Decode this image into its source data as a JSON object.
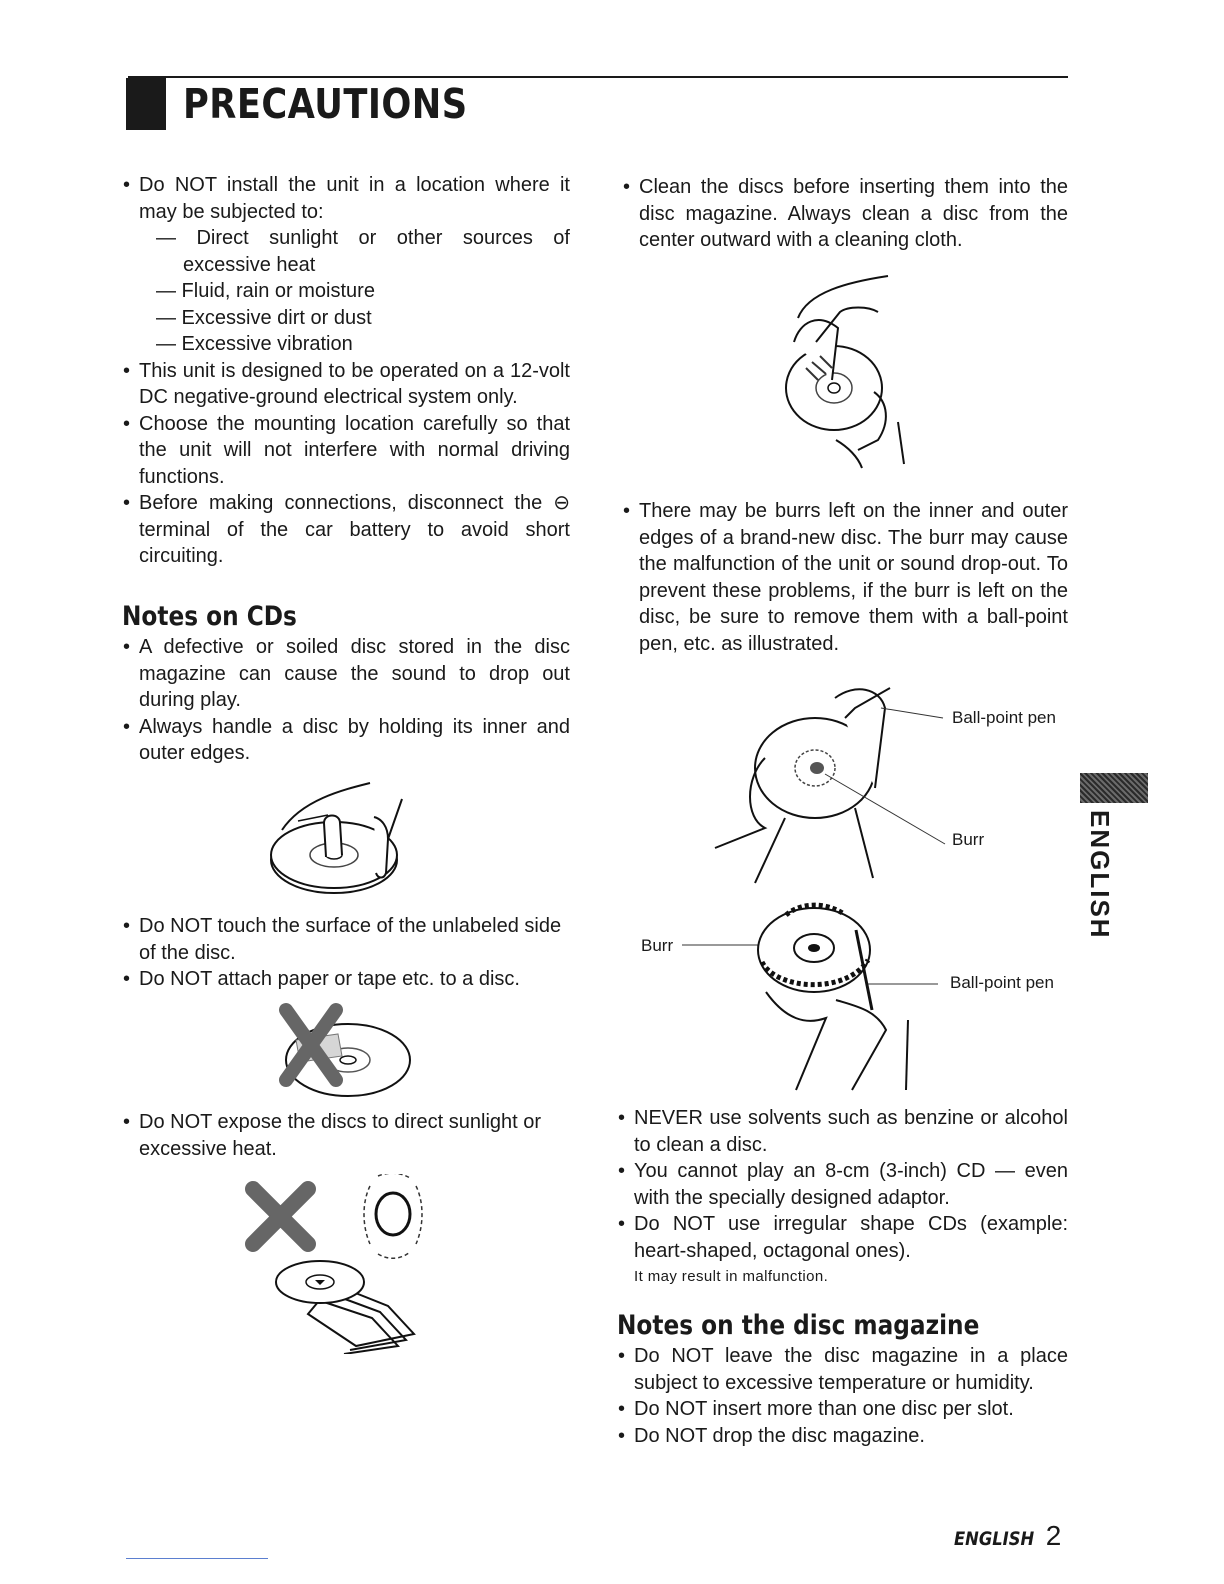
{
  "title": "PRECAUTIONS",
  "left_column": {
    "install_intro": "Do NOT install the unit in a location where it may be subjected to:",
    "install_conditions": [
      "— Direct sunlight or other sources of excessive heat",
      "— Fluid, rain or moisture",
      "— Excessive dirt or dust",
      "— Excessive vibration"
    ],
    "bullets_general": [
      "This unit is designed to be operated on a 12-volt DC negative-ground electrical system only.",
      "Choose the mounting location carefully so that the unit will not interfere with normal driving functions.",
      "Before making connections, disconnect the ⊖ terminal of the car battery to avoid short circuiting."
    ],
    "notes_cds_heading": "Notes on CDs",
    "cd_bullets_1": [
      "A defective or soiled disc stored in the disc magazine can cause the sound to drop out during play.",
      "Always handle a disc by holding its inner and outer edges."
    ],
    "cd_bullets_2": [
      "Do NOT touch the surface of the unlabeled side of the disc.",
      "Do NOT attach paper or tape etc. to a disc."
    ],
    "cd_bullets_3": [
      "Do NOT expose the discs to direct sunlight or excessive heat."
    ]
  },
  "right_column": {
    "clean_bullet": "Clean the discs before inserting them into the disc magazine. Always clean a disc from the center outward with a cleaning cloth.",
    "burr_bullet": "There may be burrs left on the inner and outer edges of a brand-new disc. The burr may cause the malfunction of the unit or sound drop-out. To prevent these problems, if the burr is left on the disc, be sure to remove them with a ball-point pen, etc. as illustrated.",
    "figure_labels": {
      "ballpoint_pen_top": "Ball-point pen",
      "burr_top": "Burr",
      "burr_bottom": "Burr",
      "ballpoint_pen_bottom": "Ball-point pen"
    },
    "other_bullets": [
      "NEVER use solvents such as benzine or alcohol to clean a disc.",
      "You cannot play an 8-cm (3-inch) CD — even with the specially designed adaptor.",
      "Do NOT use irregular shape CDs (example: heart-shaped, octagonal ones)."
    ],
    "malfunction_note": "It may result in malfunction.",
    "magazine_heading": "Notes on the disc magazine",
    "magazine_bullets": [
      "Do NOT leave the disc magazine in a place subject to excessive temperature or humidity.",
      "Do NOT insert more than one disc per slot.",
      "Do NOT drop the disc magazine."
    ]
  },
  "side_tab": "ENGLISH",
  "footer": {
    "word": "ENGLISH",
    "page": "2"
  }
}
